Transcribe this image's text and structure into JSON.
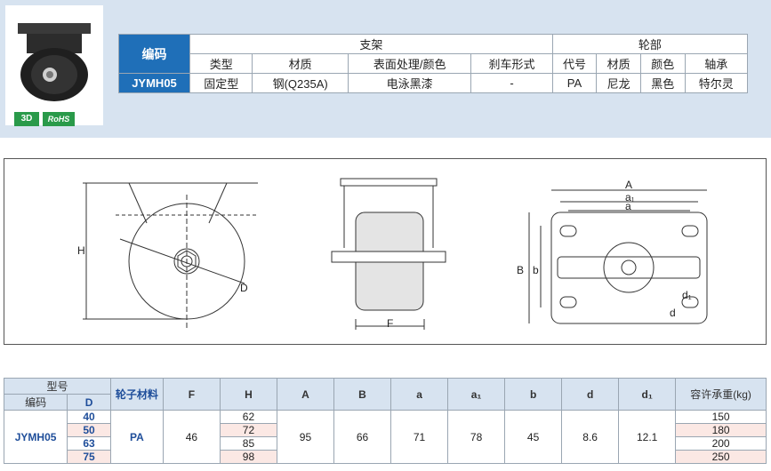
{
  "badges": {
    "three_d": "3D",
    "rohs": "RoHS"
  },
  "spec": {
    "code_header": "编码",
    "group_bracket": "支架",
    "group_wheel": "轮部",
    "columns": [
      "类型",
      "材质",
      "表面处理/颜色",
      "刹车形式",
      "代号",
      "材质",
      "颜色",
      "轴承"
    ],
    "row": {
      "code": "JYMH05",
      "values": [
        "固定型",
        "钢(Q235A)",
        "电泳黑漆",
        "-",
        "PA",
        "尼龙",
        "黑色",
        "特尔灵"
      ]
    }
  },
  "drawing": {
    "labels": {
      "H": "H",
      "D": "D",
      "F": "F",
      "A": "A",
      "a1": "a₁",
      "a": "a",
      "B": "B",
      "b": "b",
      "d1": "d₁",
      "d": "d"
    }
  },
  "table": {
    "headers": {
      "model": "型号",
      "code": "编码",
      "D": "D",
      "wheel_material": "轮子材料",
      "F": "F",
      "H": "H",
      "A": "A",
      "B": "B",
      "a": "a",
      "a1": "a₁",
      "b": "b",
      "d": "d",
      "d1": "d₁",
      "load": "容许承重(kg)"
    },
    "code": "JYMH05",
    "wheel_material": "PA",
    "F": "46",
    "A": "95",
    "B": "66",
    "a": "71",
    "a1": "78",
    "b": "45",
    "d": "8.6",
    "d1": "12.1",
    "rows": [
      {
        "D": "40",
        "H": "62",
        "load": "150"
      },
      {
        "D": "50",
        "H": "72",
        "load": "180"
      },
      {
        "D": "63",
        "H": "85",
        "load": "200"
      },
      {
        "D": "75",
        "H": "98",
        "load": "250"
      }
    ]
  }
}
